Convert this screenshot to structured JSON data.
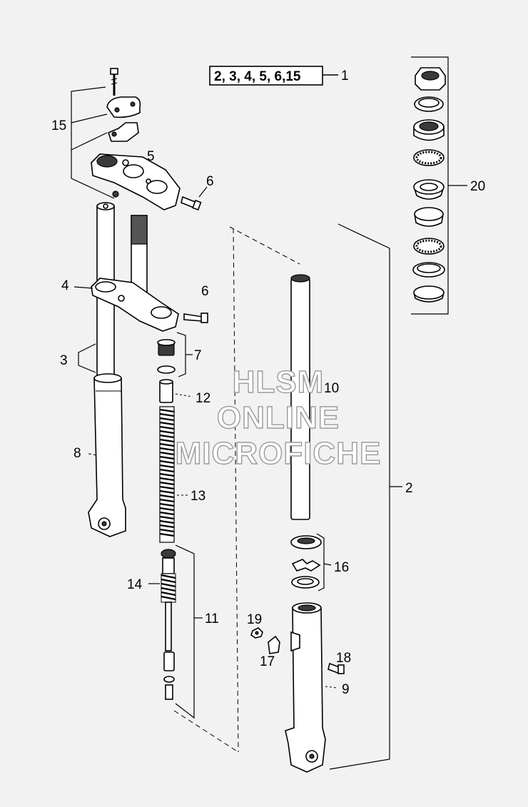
{
  "reference_box": {
    "items": "2, 3, 4, 5, 6,15",
    "target": "1"
  },
  "callouts": {
    "c2": "2",
    "c3": "3",
    "c4": "4",
    "c5": "5",
    "c6a": "6",
    "c6b": "6",
    "c7": "7",
    "c8": "8",
    "c9": "9",
    "c10": "10",
    "c11": "11",
    "c12": "12",
    "c13": "13",
    "c14": "14",
    "c15": "15",
    "c16": "16",
    "c17": "17",
    "c18": "18",
    "c19": "19",
    "c20": "20"
  },
  "watermark": {
    "line1": "HLSM",
    "line2": "ONLINE",
    "line3": "MICROFICHE"
  }
}
